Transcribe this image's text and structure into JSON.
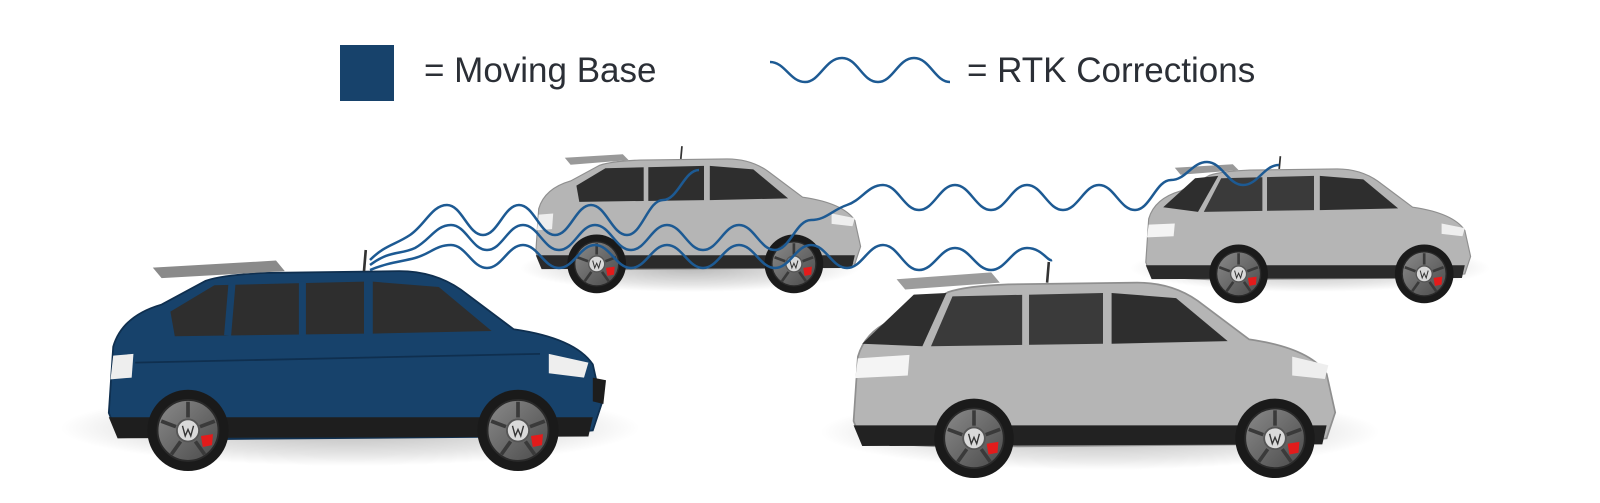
{
  "legend": {
    "moving_base_label": "= Moving Base",
    "rtk_label": "= RTK Corrections"
  },
  "colors": {
    "moving_base": "#17426b",
    "rover": "#b5b5b5",
    "wave": "#1d5a93",
    "brake": "#e31b1b",
    "text": "#2b2f36"
  },
  "vehicles": [
    {
      "role": "moving-base"
    },
    {
      "role": "rover"
    },
    {
      "role": "rover"
    },
    {
      "role": "rover"
    }
  ]
}
